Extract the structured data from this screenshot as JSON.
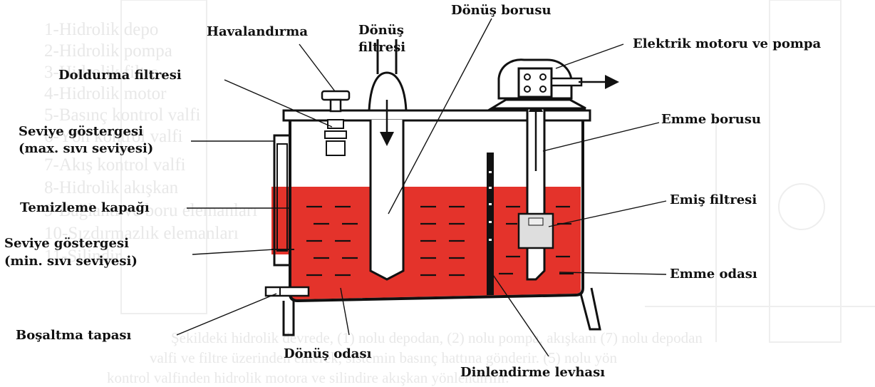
{
  "labels": {
    "havalandirma": "Havalandırma",
    "donus_filtresi_1": "Dönüş",
    "donus_filtresi_2": "filtresi",
    "donus_borusu": "Dönüş borusu",
    "elektrik_motoru": "Elektrik motoru ve pompa",
    "doldurma_filtresi": "Doldurma filtresi",
    "seviye_max_1": "Seviye göstergesi",
    "seviye_max_2": "(max. sıvı seviyesi)",
    "emme_borusu": "Emme borusu",
    "temizleme_kapagi": "Temizleme kapağı",
    "emis_filtresi": "Emiş filtresi",
    "seviye_min_1": "Seviye göstergesi",
    "seviye_min_2": "(min. sıvı seviyesi)",
    "emme_odasi": "Emme odası",
    "bosaltma_tapasi": "Boşaltma tapası",
    "donus_odasi": "Dönüş odası",
    "dinlendirme_levhasi": "Dinlendirme levhası"
  },
  "background_list": [
    "1-Hidrolik depo",
    "2-Hidrolik pompa",
    "3-Hidrolik filtre",
    "4-Hidrolik motor",
    "5-Basınç kontrol valfi",
    "6-Yön kontrol valfi",
    "7-Akış kontrol valfi",
    "8-Hidrolik akışkan",
    "9-Bağlantı ve boru elemanları",
    "10-Sızdırmazlık elemanları",
    "11-Silindir"
  ],
  "background_text": [
    "Şekildeki hidrolik devrede, (1) nolu depodan, (2) nolu pompa, akışkanı (7) nolu depodan",
    "valfi ve filtre üzerinden emerek, sistemin basınç hattına gönderir. (5) nolu yön",
    "kontrol valfinden hidrolik motora ve silindire akışkan yönlendirilir."
  ],
  "colors": {
    "fluid": "#e4332b",
    "ink": "#111111",
    "ghost": "#e8e8e8",
    "filter_fill": "#dedede"
  }
}
